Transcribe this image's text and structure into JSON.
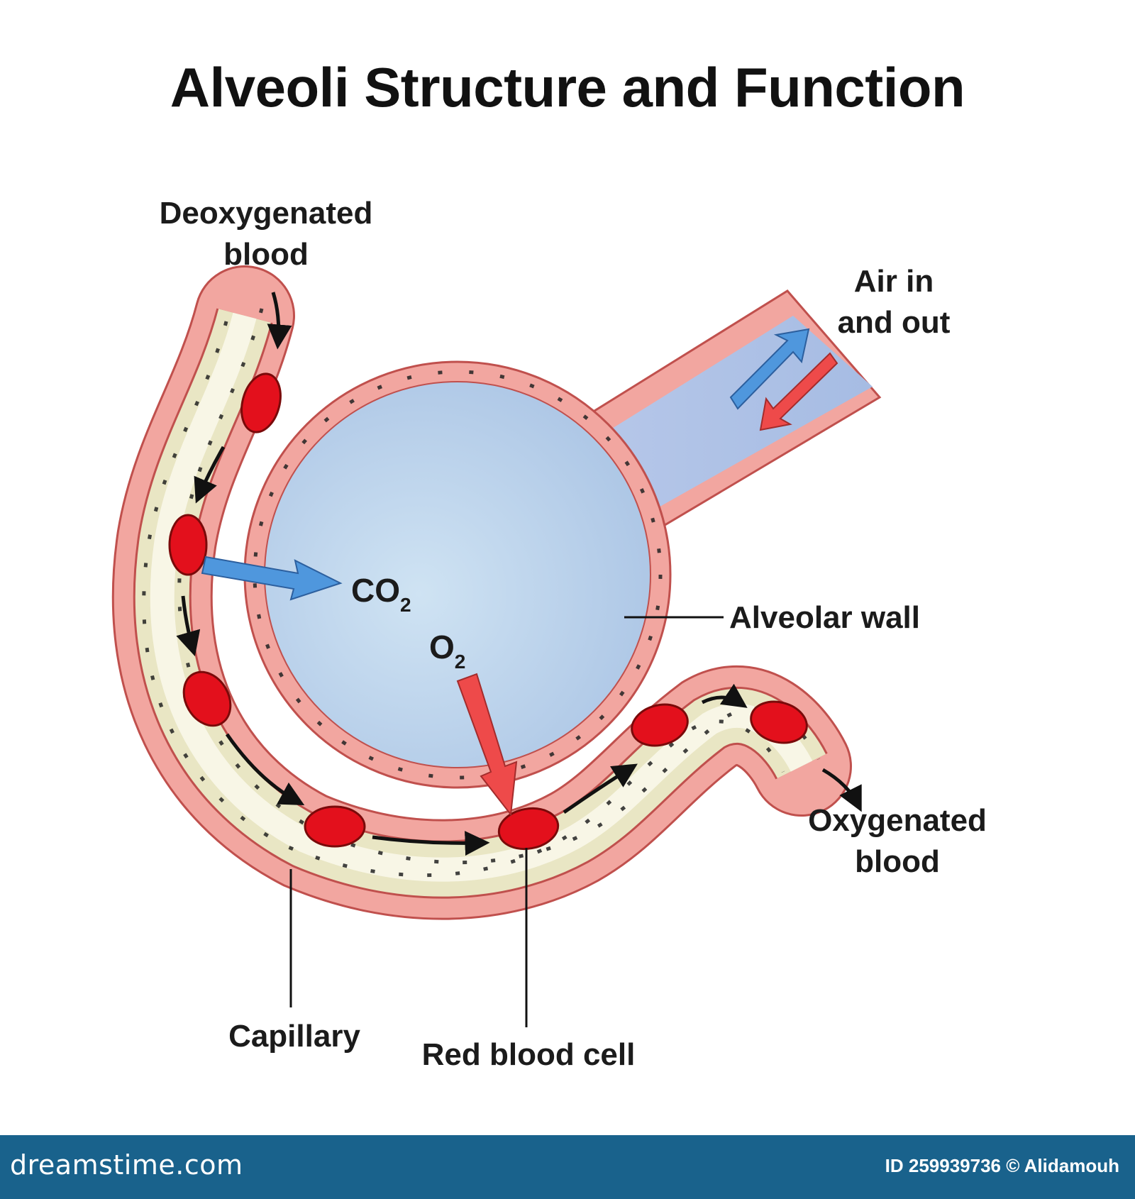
{
  "title": "Alveoli Structure and Function",
  "labels": {
    "deoxygenated_line1": "Deoxygenated",
    "deoxygenated_line2": "blood",
    "air_line1": "Air in",
    "air_line2": "and out",
    "co2_base": "CO",
    "co2_sub": "2",
    "o2_base": "O",
    "o2_sub": "2",
    "alveolar_wall": "Alveolar wall",
    "oxygenated_line1": "Oxygenated",
    "oxygenated_line2": "blood",
    "capillary": "Capillary",
    "red_blood_cell": "Red blood cell"
  },
  "footer": {
    "brand": "dreamstime.com",
    "stock_id": "ID 259939736 © Alidamouh"
  },
  "colors": {
    "wall_fill": "#f2a6a0",
    "wall_stroke": "#c0504d",
    "plasma": "#e9e6c4",
    "air": "#bcd3ea",
    "rbc": "#e3101c",
    "co2_arrow": "#4f97dd",
    "o2_arrow": "#ee4a4a",
    "footer_bg": "#19628c"
  }
}
